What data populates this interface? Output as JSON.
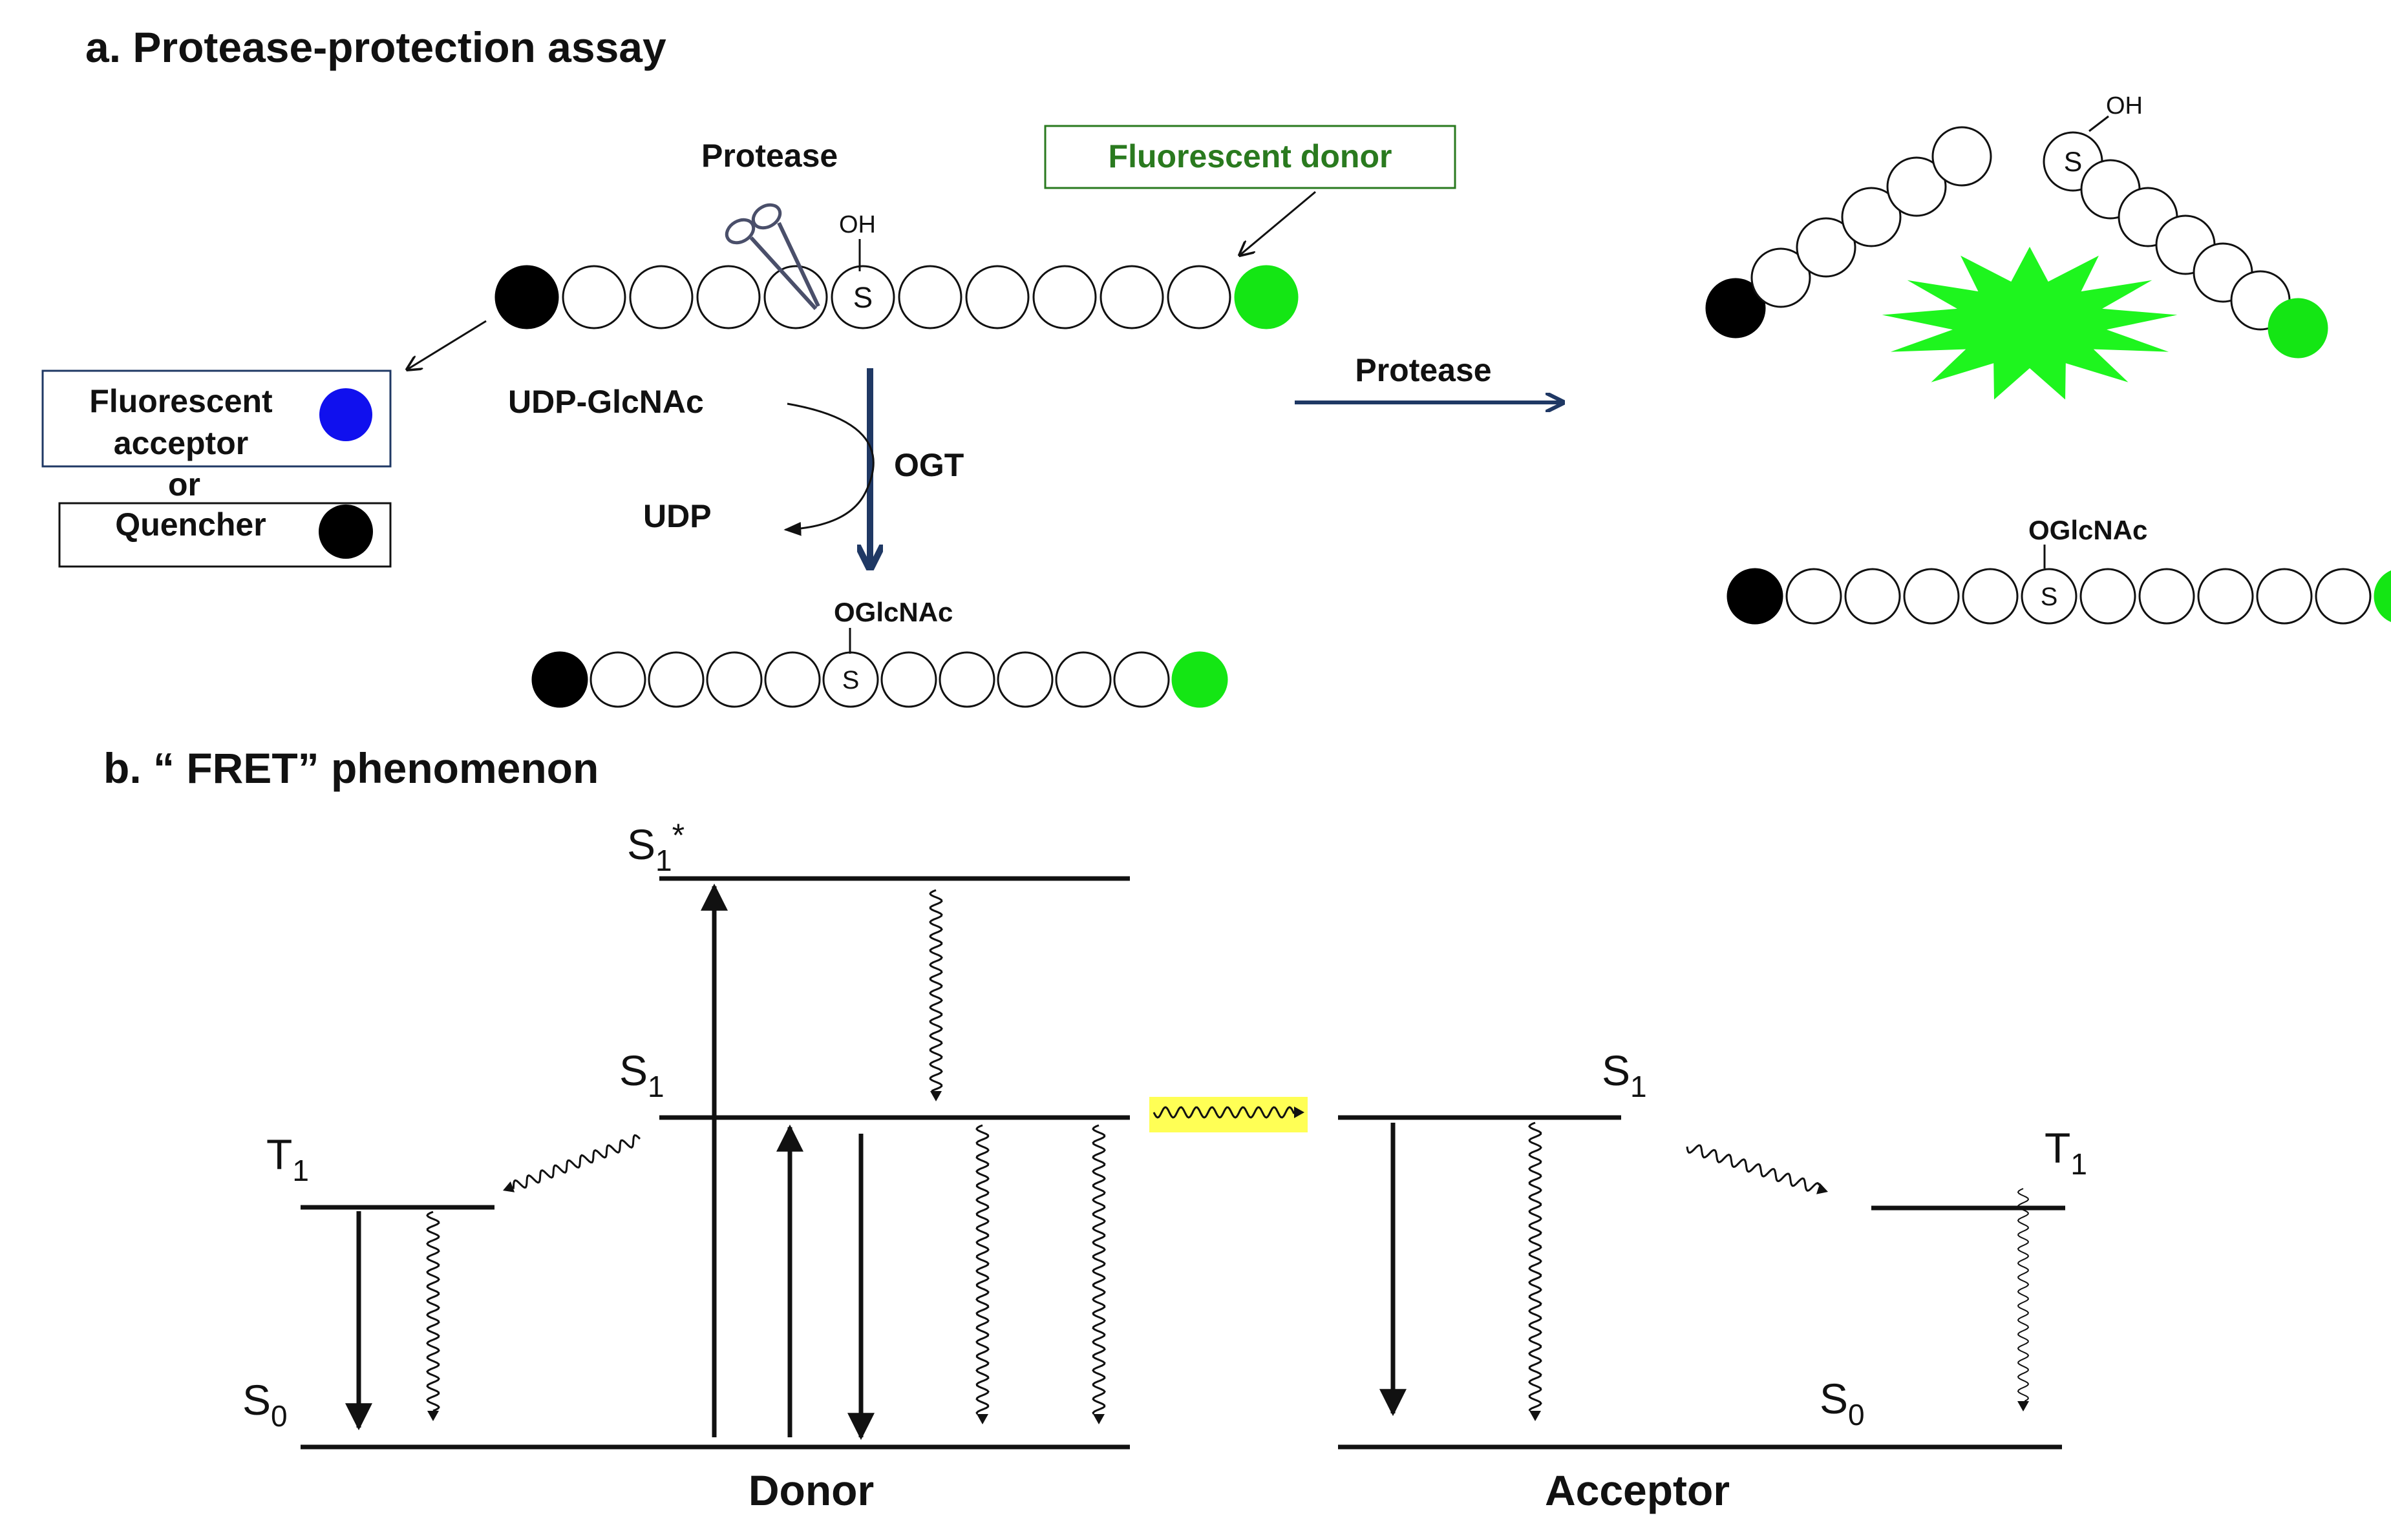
{
  "panel_a": {
    "heading": "a.  Protease-protection assay",
    "protease_label": "Protease",
    "oh_label": "OH",
    "s_label": "S",
    "fluorescent_donor_label": "Fluorescent donor",
    "acceptor_box": {
      "line1": "Fluorescent",
      "line2": "acceptor"
    },
    "or_label": "or",
    "quencher_label": "Quencher",
    "udp_glcnac_label": "UDP-GlcNAc",
    "udp_label": "UDP",
    "ogt_label": "OGT",
    "oglcnac_label": "OGlcNAc",
    "protease_arrow_label": "Protease",
    "oh_right_label": "OH",
    "oglcnac_right_label": "OGlcNAc",
    "colors": {
      "donor": "#14e614",
      "acceptor": "#1010ee",
      "quencher": "#000000",
      "arrow": "#1f3864",
      "burst": "#1ef51e"
    }
  },
  "panel_b": {
    "heading": "b. “ FRET” phenomenon",
    "s1_star": "S",
    "s1_star_sub": "1",
    "s1_star_sup": "*",
    "s1_donor": "S",
    "s1_donor_sub": "1",
    "t1_donor": "T",
    "t1_donor_sub": "1",
    "s0_donor": "S",
    "s0_donor_sub": "0",
    "s1_acceptor": "S",
    "s1_acceptor_sub": "1",
    "t1_acceptor": "T",
    "t1_acceptor_sub": "1",
    "s0_acceptor": "S",
    "s0_acceptor_sub": "0",
    "donor_label": "Donor",
    "acceptor_label": "Acceptor",
    "colors": {
      "highlight": "#ffff55"
    }
  }
}
